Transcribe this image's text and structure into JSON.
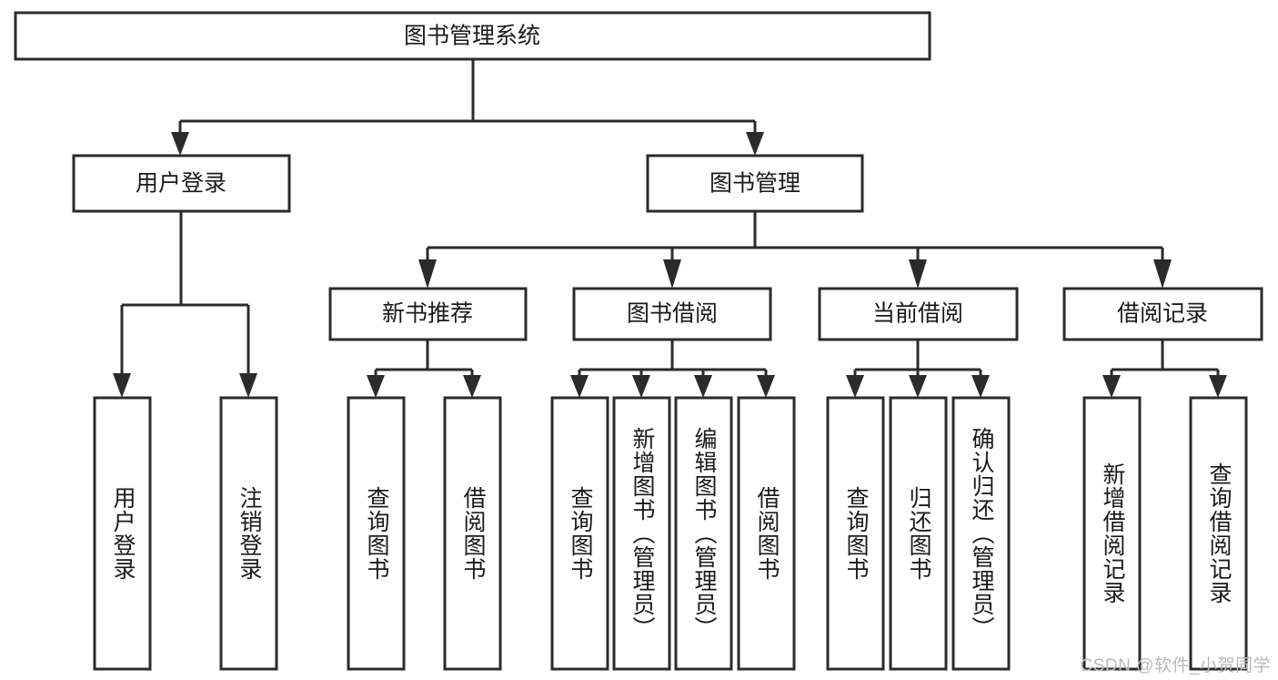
{
  "diagram": {
    "title": "图书管理系统",
    "type": "tree-hierarchy-diagram",
    "colors": {
      "box_stroke": "#2b2b2b",
      "box_fill": "#ffffff",
      "text": "#1a1a1a",
      "watermark": "#b9b9b9",
      "background": "#ffffff"
    },
    "root": {
      "label": "图书管理系统"
    },
    "level2": [
      {
        "label": "用户登录"
      },
      {
        "label": "图书管理"
      }
    ],
    "level3": [
      {
        "label": "新书推荐"
      },
      {
        "label": "图书借阅"
      },
      {
        "label": "当前借阅"
      },
      {
        "label": "借阅记录"
      }
    ],
    "leaves": {
      "user_login": [
        {
          "label": "用户登录"
        },
        {
          "label": "注销登录"
        }
      ],
      "new_book_recommend": [
        {
          "label": "查询图书"
        },
        {
          "label": "借阅图书"
        }
      ],
      "book_borrow": [
        {
          "label": "查询图书"
        },
        {
          "label": "新增图书（管理员）"
        },
        {
          "label": "编辑图书（管理员）"
        },
        {
          "label": "借阅图书"
        }
      ],
      "current_borrow": [
        {
          "label": "查询图书"
        },
        {
          "label": "归还图书"
        },
        {
          "label": "确认归还（管理员）"
        }
      ],
      "borrow_records": [
        {
          "label": "新增借阅记录"
        },
        {
          "label": "查询借阅记录"
        }
      ]
    }
  },
  "watermark": {
    "text": "CSDN @软件_小贺同学"
  }
}
